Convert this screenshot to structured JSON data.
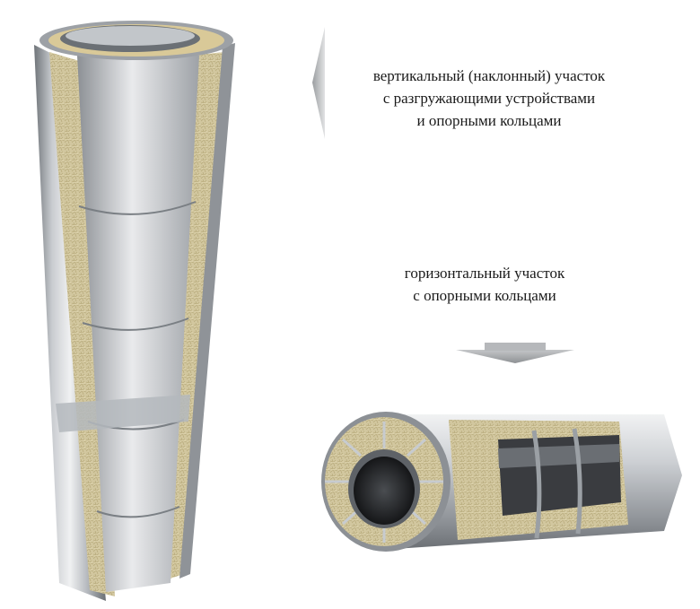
{
  "captions": {
    "vertical": {
      "line1": "вертикальный (наклонный) участок",
      "line2": "с разгружающими устройствами",
      "line3": "и опорными кольцами"
    },
    "horizontal": {
      "line1": "горизонтальный участок",
      "line2": "с опорными кольцами"
    }
  },
  "colors": {
    "metal_light": "#e8eaec",
    "metal_mid": "#b8bcc1",
    "metal_dark": "#7d8287",
    "insulation": "#cfc49a",
    "arrow": "#a9acaf",
    "pipe_inner": "#2b2d30"
  }
}
